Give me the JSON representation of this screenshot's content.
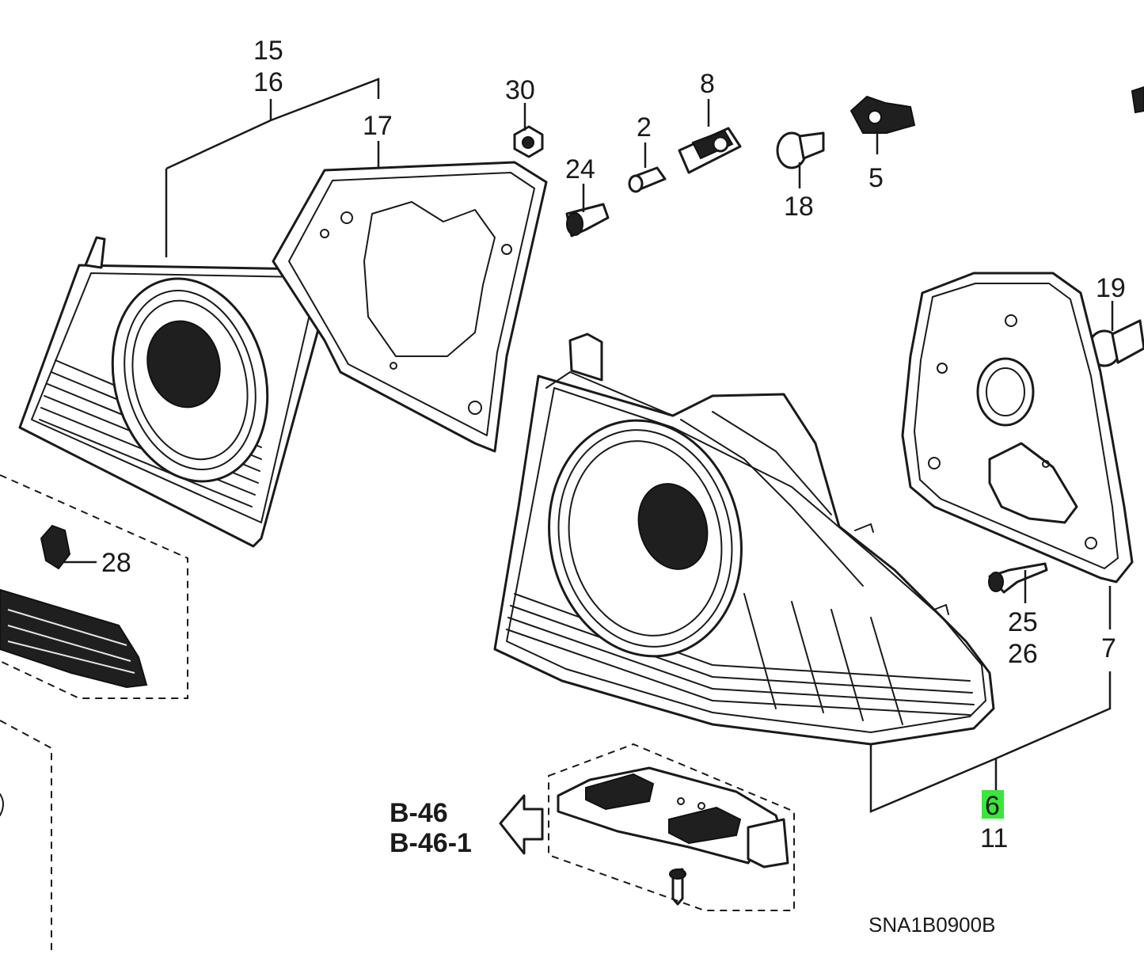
{
  "diagram": {
    "callouts": {
      "c15": "15",
      "c16": "16",
      "c17": "17",
      "c30": "30",
      "c8": "8",
      "c2": "2",
      "c24": "24",
      "c18": "18",
      "c5": "5",
      "c19": "19",
      "c28": "28",
      "c25": "25",
      "c26": "26",
      "c7": "7",
      "c6": "6",
      "c11": "11"
    },
    "references": {
      "ref1": "B-46",
      "ref2": "B-46-1"
    },
    "drawing_code": "SNA1B0900B",
    "highlight_color": "#39e639"
  }
}
